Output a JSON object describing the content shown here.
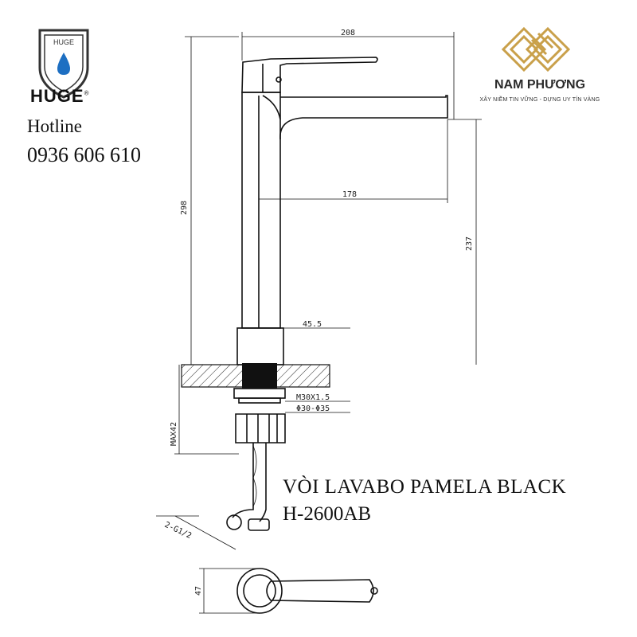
{
  "brand": {
    "name": "HUGE",
    "registered": "®",
    "badge_text": "HUGE",
    "hotline_label": "Hotline",
    "phone": "0936 606 610"
  },
  "partner": {
    "name": "NAM PHƯƠNG",
    "slogan": "XÂY NIỀM TIN VỮNG - DỰNG UY TÍN VÀNG",
    "accent_color": "#c9a04a"
  },
  "product": {
    "name": "VÒI LAVABO PAMELA BLACK",
    "code": "H-2600AB"
  },
  "dimensions": {
    "total_width": "208",
    "spout_reach": "178",
    "total_height": "298",
    "spout_height": "237",
    "body_diameter": "45.5",
    "thread": "M30X1.5",
    "hole_range": "Φ30-Φ35",
    "max_thickness": "MAX42",
    "hose_thread": "2-G1/2",
    "handle_width": "47"
  },
  "icons": [
    "water-drop-icon",
    "shield-icon",
    "gold-diamond-logo"
  ]
}
